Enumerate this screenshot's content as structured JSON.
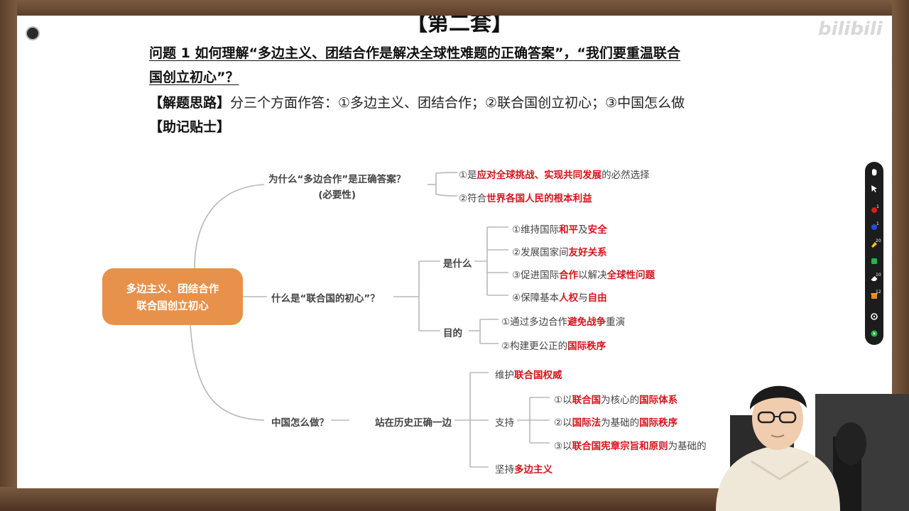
{
  "header": {
    "title_fragment": "【第二套】",
    "question_line1": "问题 1  如何理解“多边主义、团结合作是解决全球性难题的正确答案”，“我们要重温联合",
    "question_line2": "国创立初心”？",
    "approach_label": "【解题思路】",
    "approach_text": "分三个方面作答：①多边主义、团结合作；②联合国创立初心；③中国怎么做",
    "memo_label": "【助记贴士】"
  },
  "watermark": "bilibili",
  "mindmap": {
    "center": {
      "line1": "多边主义、团结合作",
      "line2": "联合国创立初心"
    },
    "why": {
      "label_line1": "为什么“多边合作”是正确答案？",
      "label_line2": "(必要性)",
      "item1": {
        "pre": "①是",
        "hl": "应对全球挑战、实现共同发展",
        "post": "的必然选择"
      },
      "item2": {
        "pre": "②符合",
        "hl": "世界各国人民的根本利益"
      }
    },
    "what": {
      "label": "什么是“联合国的初心”？",
      "is": {
        "label": "是什么",
        "i1": {
          "a": "①维持国际",
          "b": "和平",
          "c": "及",
          "d": "安全"
        },
        "i2": {
          "a": "②发展国家间",
          "b": "友好关系"
        },
        "i3": {
          "a": "③促进国际",
          "b": "合作",
          "c": "以解决",
          "d": "全球性问题"
        },
        "i4": {
          "a": "④保障基本",
          "b": "人权",
          "c": "与",
          "d": "自由"
        }
      },
      "purpose": {
        "label": "目的",
        "i1": {
          "a": "①通过多边合作",
          "b": "避免战争",
          "c": "重演"
        },
        "i2": {
          "a": "②构建更公正的",
          "b": "国际秩序"
        }
      }
    },
    "china": {
      "label": "中国怎么做？",
      "stand": "站在历史正确一边",
      "maintain": {
        "a": "维护",
        "b": "联合国权威"
      },
      "support": {
        "label": "支持",
        "i1": {
          "a": "①以",
          "b": "联合国",
          "c": "为核心的",
          "d": "国际体系"
        },
        "i2": {
          "a": "②以",
          "b": "国际法",
          "c": "为基础的",
          "d": "国际秩序"
        },
        "i3": {
          "a": "③以",
          "b": "联合国宪章宗旨和原则",
          "c": "为基础的"
        }
      },
      "adhere": {
        "a": "坚持",
        "b": "多边主义"
      }
    }
  },
  "toolbar": {
    "badges": [
      "1",
      "1",
      "20",
      "10",
      "12"
    ]
  },
  "colors": {
    "center_node": "#e8914a",
    "highlight": "#d6141e",
    "frame": "#6b4a33",
    "branch_line": "#b5b5b5"
  }
}
